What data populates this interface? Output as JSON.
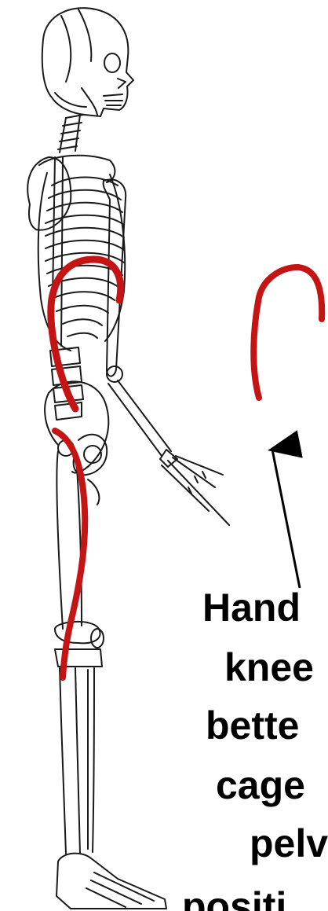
{
  "figure": {
    "caption_lines": [
      "Hand",
      "knee",
      "bette",
      "cage",
      "pelv",
      "positi"
    ],
    "colors": {
      "background": "#ffffff",
      "bone_outline": "#1a1a1a",
      "muscle_line": "#c41414",
      "caption_text": "#000000",
      "arrow": "#000000"
    }
  }
}
